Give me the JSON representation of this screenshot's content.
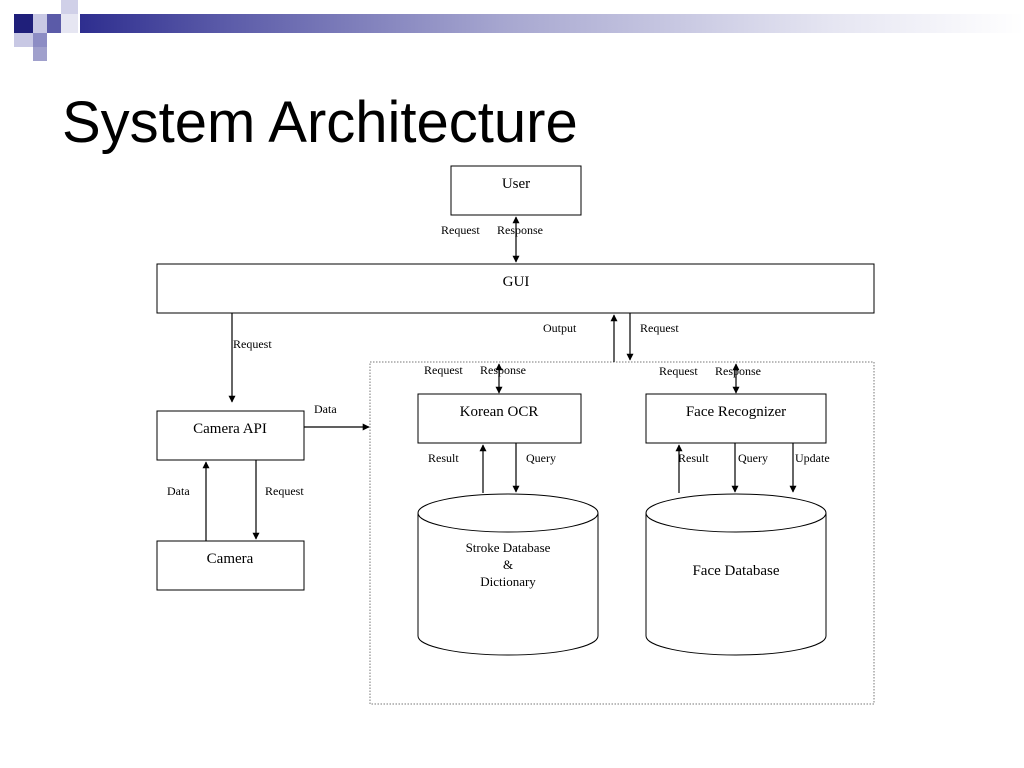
{
  "slide": {
    "title": "System Architecture"
  },
  "nodes": {
    "user": "User",
    "gui": "GUI",
    "camera_api": "Camera API",
    "camera": "Camera",
    "korean_ocr": "Korean OCR",
    "face_recognizer": "Face Recognizer",
    "stroke_db_line1": "Stroke Database",
    "stroke_db_line2": "&",
    "stroke_db_line3": "Dictionary",
    "face_db": "Face Database"
  },
  "edge_labels": {
    "user_request": "Request",
    "user_response": "Response",
    "gui_camera_request": "Request",
    "gui_output": "Output",
    "gui_request": "Request",
    "ocr_request": "Request",
    "ocr_response": "Response",
    "face_request": "Request",
    "face_response": "Response",
    "camera_api_data": "Data",
    "ocr_result": "Result",
    "ocr_query": "Query",
    "face_result": "Result",
    "face_query": "Query",
    "face_update": "Update",
    "camera_data": "Data",
    "camera_request": "Request"
  }
}
